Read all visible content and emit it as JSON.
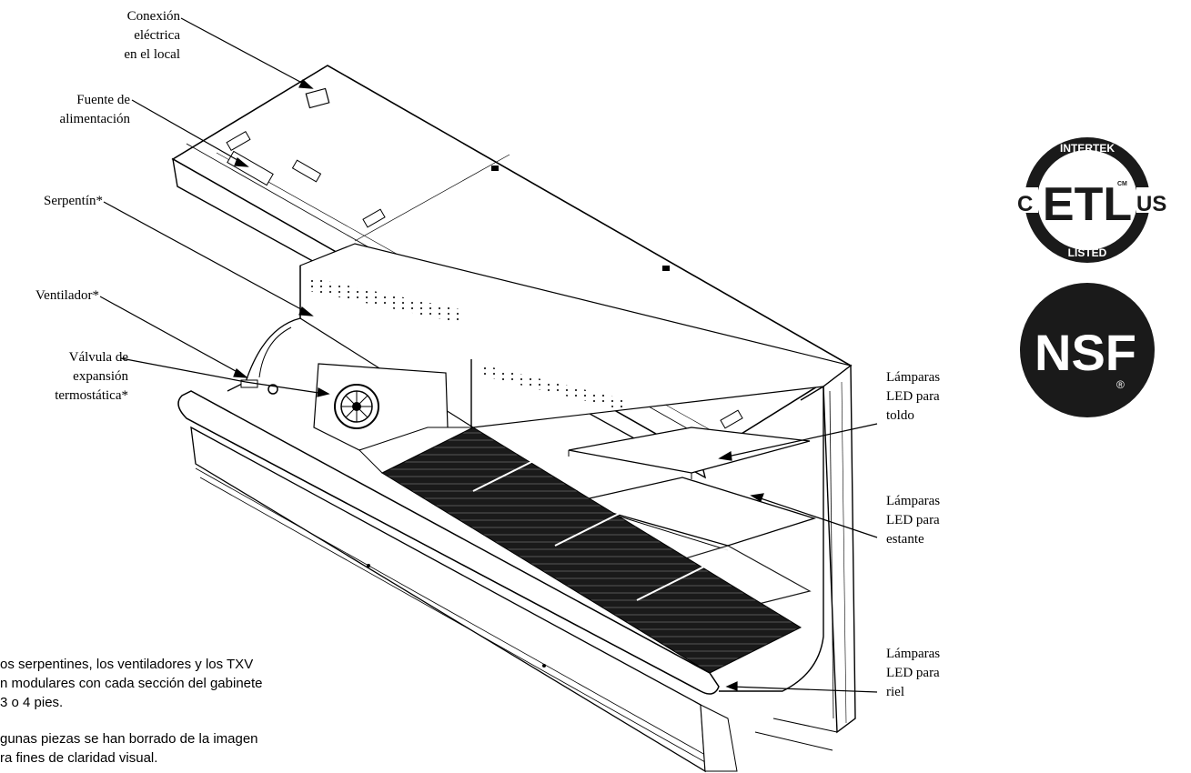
{
  "labels": {
    "conexion": [
      "Conexión",
      "eléctrica",
      "en el local"
    ],
    "fuente": [
      "Fuente de",
      "alimentación"
    ],
    "serpentin": [
      "Serpentín*"
    ],
    "ventilador": [
      "Ventilador*"
    ],
    "valvula": [
      "Válvula de",
      "expansión",
      "termostática*"
    ],
    "lamparas_toldo": [
      "Lámparas",
      "LED para",
      "toldo"
    ],
    "lamparas_estante": [
      "Lámparas",
      "LED para",
      "estante"
    ],
    "lamparas_riel": [
      "Lámparas",
      "LED para",
      "riel"
    ]
  },
  "notes": [
    [
      "os serpentines, los ventiladores y los TXV",
      "n modulares con cada sección del gabinete",
      "3 o 4 pies."
    ],
    [
      "gunas piezas se han borrado de la imagen",
      "ra fines de claridad visual."
    ]
  ],
  "certifications": {
    "etl": {
      "top": "INTERTEK",
      "center": "ETL",
      "bottom": "LISTED",
      "left": "C",
      "right": "US",
      "mark": "CM"
    },
    "nsf": {
      "text": "NSF",
      "mark": "®"
    }
  }
}
